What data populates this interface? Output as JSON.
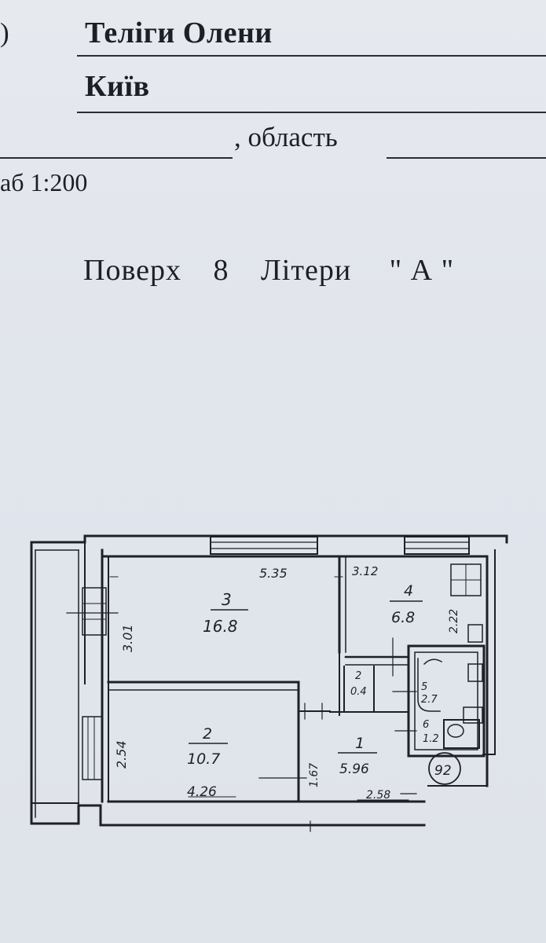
{
  "header": {
    "left_fragment_1": ")",
    "owner_name": "Теліги Олени",
    "city": "Київ",
    "region_suffix": ", область",
    "scale_text": "аб 1:200"
  },
  "floor_info": {
    "floor_label": "Поверх",
    "floor_number": "8",
    "letter_label": "Літери",
    "letter_value": "\" А \""
  },
  "floor_plan": {
    "dimensions": {
      "room3_width": "5.35",
      "room3_height": "3.01",
      "room4_width": "3.12",
      "room4_height": "2.22",
      "room2_height": "2.54",
      "room2_width": "4.26",
      "room1_height": "1.67",
      "room1_width": "2.58",
      "apartment_badge": "92"
    },
    "rooms": [
      {
        "number": "3",
        "area": "16.8"
      },
      {
        "number": "4",
        "area": "6.8"
      },
      {
        "number": "2",
        "area": "10.7"
      },
      {
        "number": "1",
        "area": "5.96"
      },
      {
        "number": "2",
        "area": "0.4"
      },
      {
        "number": "5",
        "area": "2.7"
      },
      {
        "number": "6",
        "area": "1.2"
      }
    ]
  }
}
